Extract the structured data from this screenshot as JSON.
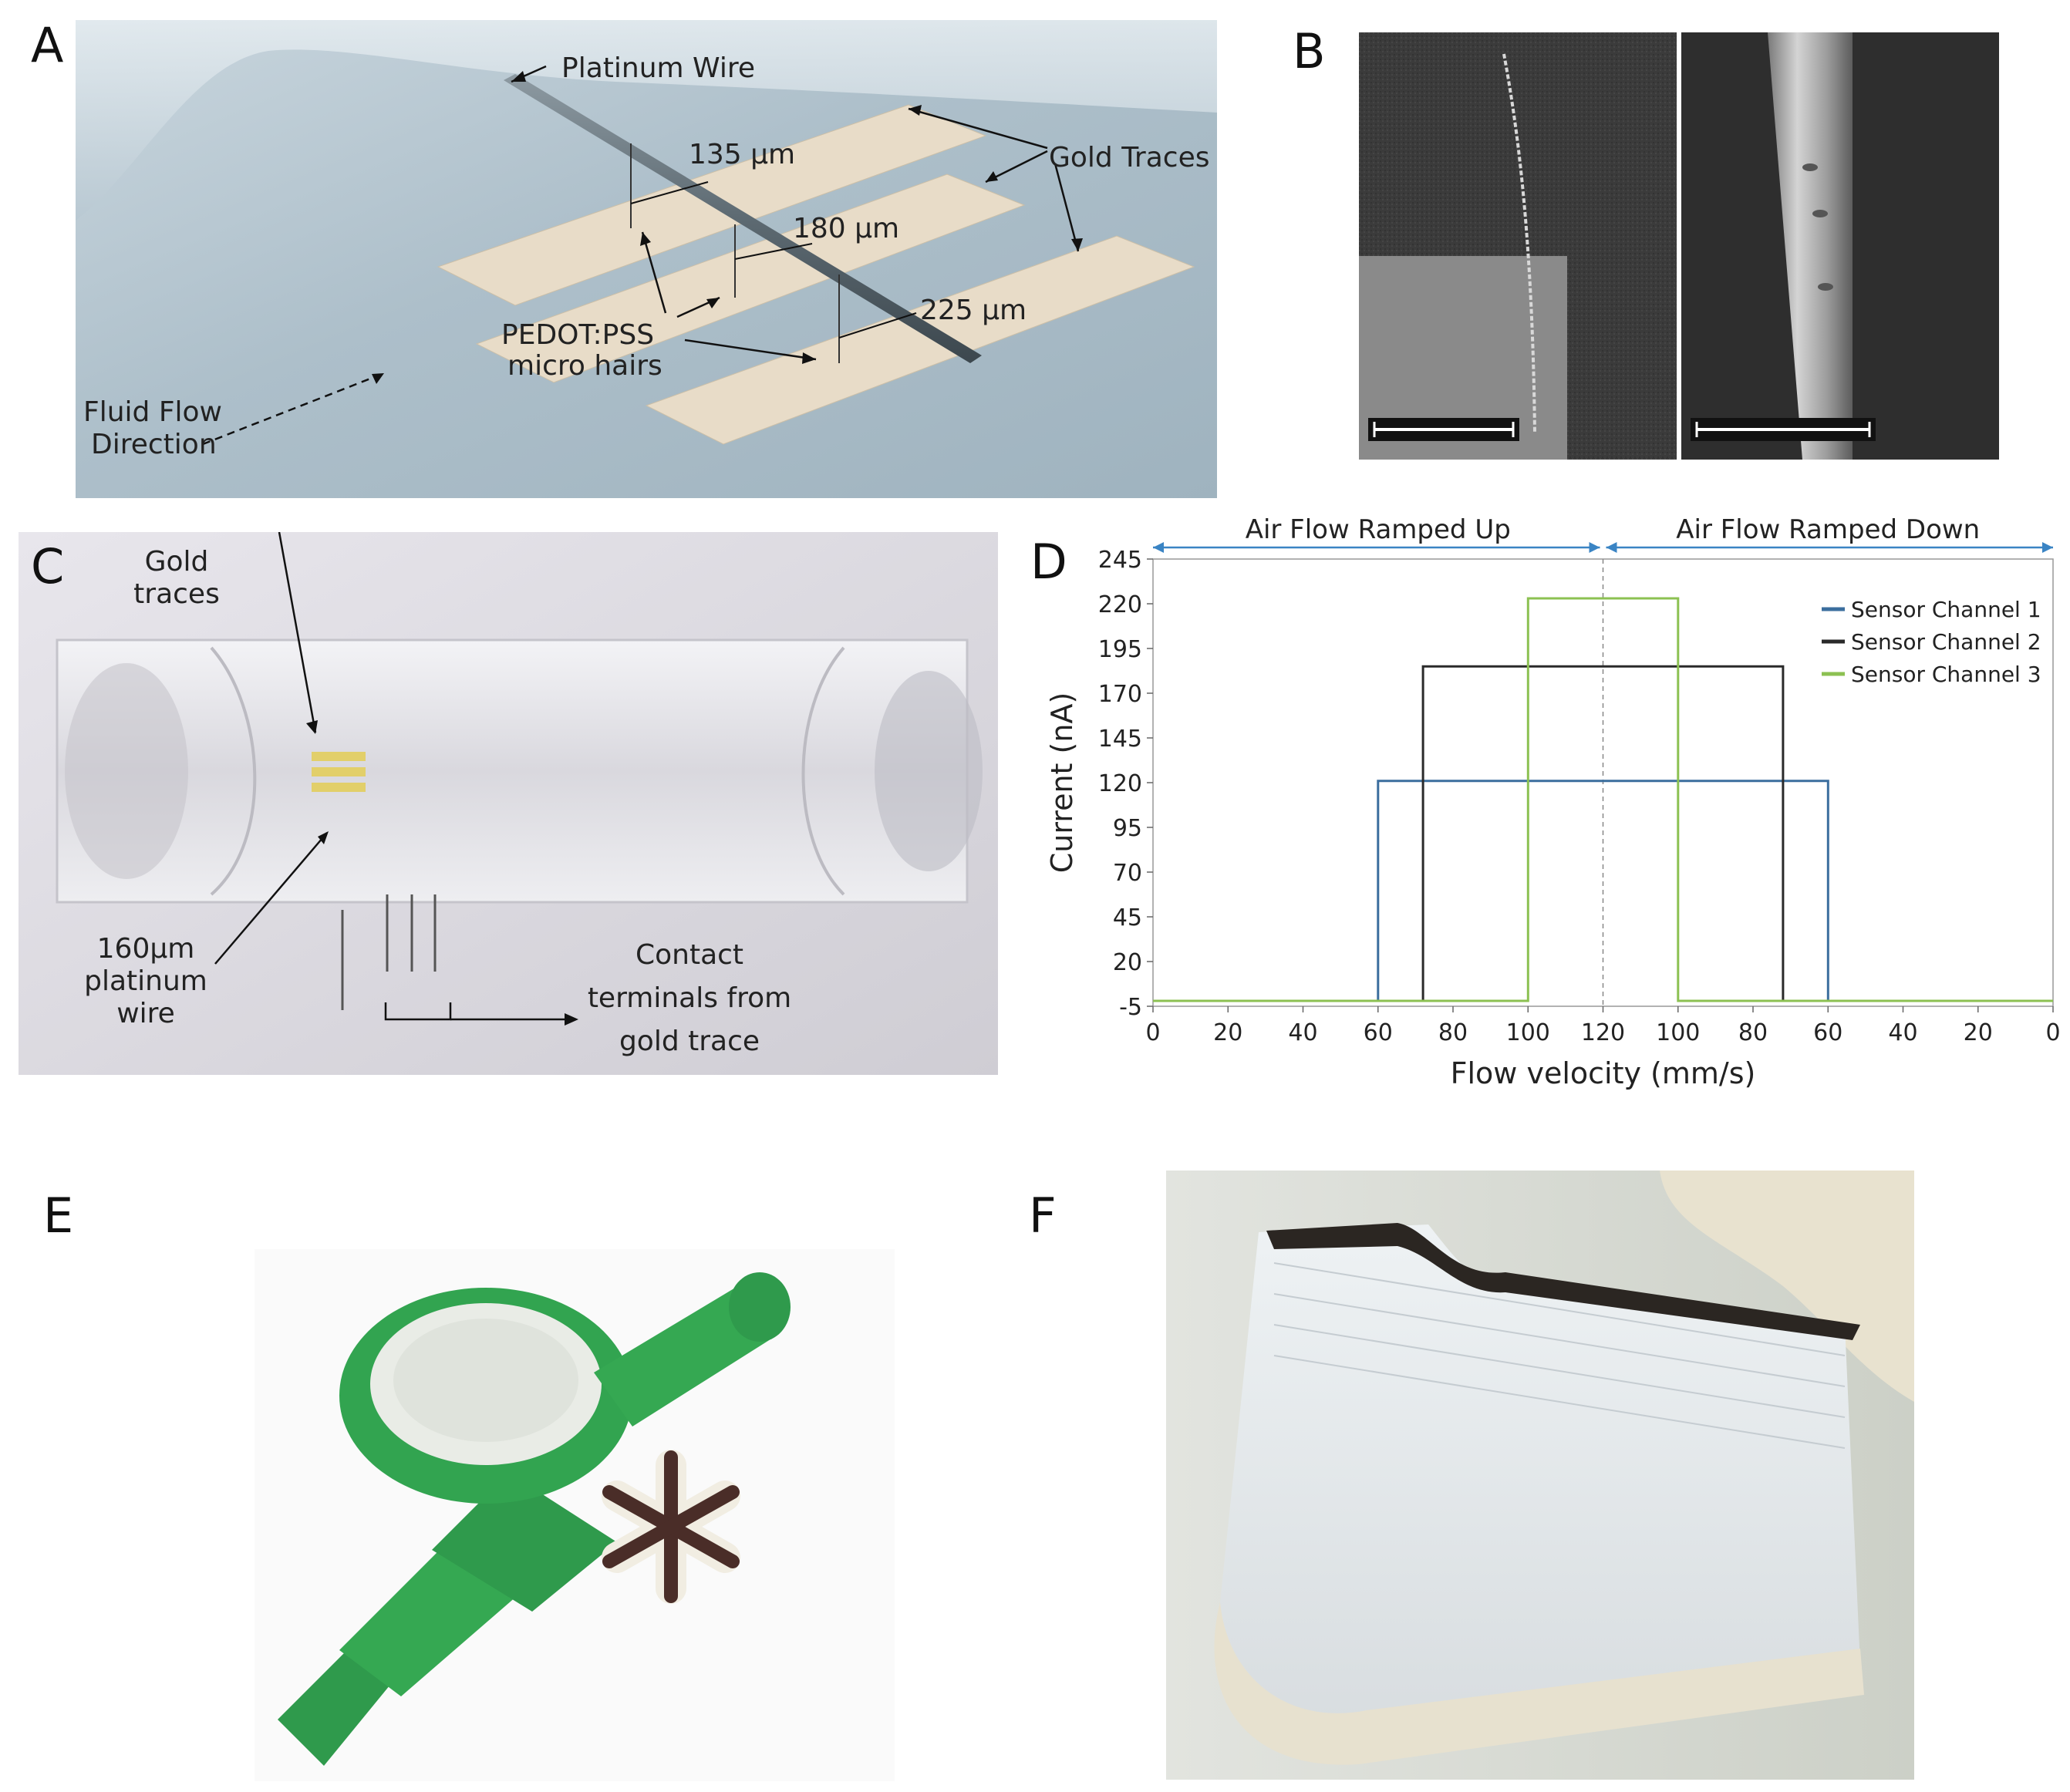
{
  "panels": {
    "A": {
      "letter": "A",
      "platinum_wire": "Platinum Wire",
      "gold_traces": "Gold Traces",
      "dim1": "135 μm",
      "dim2": "180 μm",
      "dim3": "225 μm",
      "pedot_line1": "PEDOT:PSS",
      "pedot_line2": "micro hairs",
      "flow_line1": "Fluid Flow",
      "flow_line2": "Direction"
    },
    "B": {
      "letter": "B"
    },
    "C": {
      "letter": "C",
      "gold_line1": "Gold",
      "gold_line2": "traces",
      "wire_line1": "160μm",
      "wire_line2": "platinum",
      "wire_line3": "wire",
      "contact_line1": "Contact",
      "contact_line2": "terminals from",
      "contact_line3": "gold trace"
    },
    "D": {
      "letter": "D"
    },
    "E": {
      "letter": "E"
    },
    "F": {
      "letter": "F"
    }
  },
  "colors": {
    "channel1": "#3b6e9e",
    "channel2": "#2a2a2a",
    "channel3": "#8cc152",
    "arrow": "#3a84c4"
  },
  "chart_data": {
    "type": "line",
    "title": "",
    "xlabel": "Flow velocity (mm/s)",
    "ylabel": "Current (nA)",
    "header_left": "Air Flow Ramped Up",
    "header_right": "Air Flow Ramped Down",
    "x_tick_labels": [
      "0",
      "20",
      "40",
      "60",
      "80",
      "100",
      "120",
      "100",
      "80",
      "60",
      "40",
      "20",
      "0"
    ],
    "y_ticks": [
      -5,
      20,
      45,
      70,
      95,
      120,
      145,
      170,
      195,
      220,
      245
    ],
    "ylim": [
      -5,
      245
    ],
    "x_positions_note": "x is sweep index: 0..120 ramp up, then 120..240 ramp down (labels mirror)",
    "xlim": [
      0,
      240
    ],
    "legend_position": "top-right",
    "series": [
      {
        "name": "Sensor Channel 1",
        "x": [
          0,
          60,
          60,
          180,
          180,
          240
        ],
        "values": [
          -2,
          -2,
          121,
          121,
          -2,
          -2
        ]
      },
      {
        "name": "Sensor Channel 2",
        "x": [
          0,
          72,
          72,
          168,
          168,
          240
        ],
        "values": [
          -2,
          -2,
          185,
          185,
          -2,
          -2
        ]
      },
      {
        "name": "Sensor Channel 3",
        "x": [
          0,
          100,
          100,
          140,
          140,
          240
        ],
        "values": [
          -2,
          -2,
          223,
          223,
          -2,
          -2
        ]
      }
    ]
  }
}
